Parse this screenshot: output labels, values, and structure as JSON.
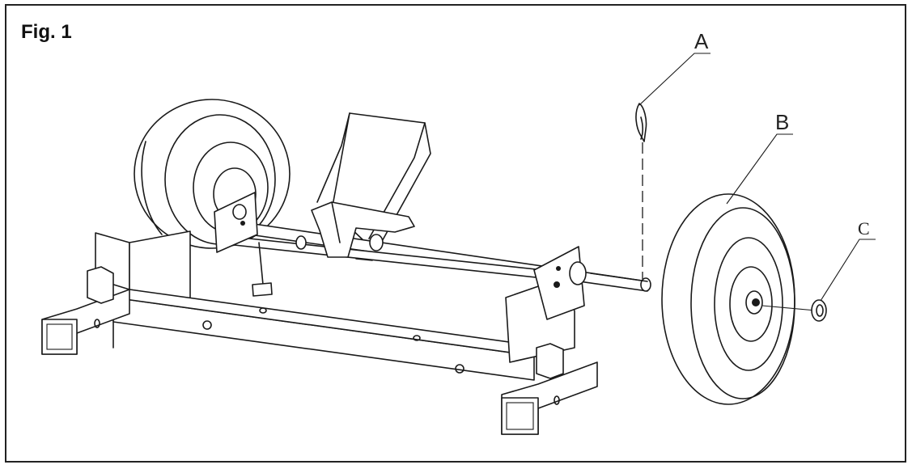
{
  "figure": {
    "title": "Fig. 1"
  },
  "callouts": [
    {
      "id": "A",
      "label": "A"
    },
    {
      "id": "B",
      "label": "B"
    },
    {
      "id": "C",
      "label": "C"
    }
  ]
}
